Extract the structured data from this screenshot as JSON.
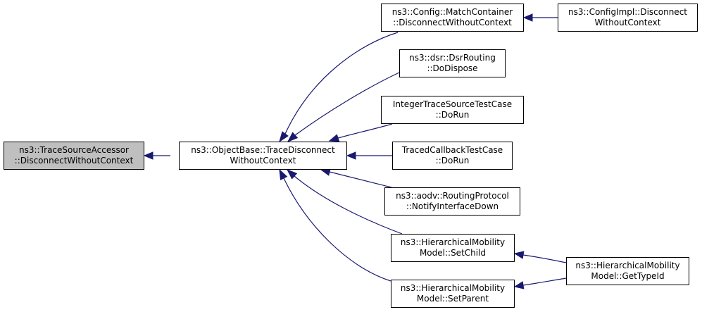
{
  "colors": {
    "edge": "#191970",
    "node_border": "#000000",
    "node_fill": "#ffffff",
    "focus_fill": "#bfbfbf",
    "text": "#000000"
  },
  "nodes": {
    "n0": {
      "line1": "ns3::TraceSourceAccessor",
      "line2": "::DisconnectWithoutContext"
    },
    "n1": {
      "line1": "ns3::ObjectBase::TraceDisconnect",
      "line2": "WithoutContext"
    },
    "n2": {
      "line1": "ns3::Config::MatchContainer",
      "line2": "::DisconnectWithoutContext"
    },
    "n3": {
      "line1": "ns3::ConfigImpl::Disconnect",
      "line2": "WithoutContext"
    },
    "n4": {
      "line1": "ns3::dsr::DsrRouting",
      "line2": "::DoDispose"
    },
    "n5": {
      "line1": "IntegerTraceSourceTestCase",
      "line2": "::DoRun"
    },
    "n6": {
      "line1": "TracedCallbackTestCase",
      "line2": "::DoRun"
    },
    "n7": {
      "line1": "ns3::aodv::RoutingProtocol",
      "line2": "::NotifyInterfaceDown"
    },
    "n8": {
      "line1": "ns3::HierarchicalMobility",
      "line2": "Model::SetChild"
    },
    "n9": {
      "line1": "ns3::HierarchicalMobility",
      "line2": "Model::SetParent"
    },
    "n10": {
      "line1": "ns3::HierarchicalMobility",
      "line2": "Model::GetTypeId"
    }
  },
  "edges": [
    {
      "from": "n1",
      "to": "n0"
    },
    {
      "from": "n2",
      "to": "n1"
    },
    {
      "from": "n4",
      "to": "n1"
    },
    {
      "from": "n5",
      "to": "n1"
    },
    {
      "from": "n6",
      "to": "n1"
    },
    {
      "from": "n7",
      "to": "n1"
    },
    {
      "from": "n8",
      "to": "n1"
    },
    {
      "from": "n9",
      "to": "n1"
    },
    {
      "from": "n3",
      "to": "n2"
    },
    {
      "from": "n10",
      "to": "n8"
    },
    {
      "from": "n10",
      "to": "n9"
    }
  ]
}
